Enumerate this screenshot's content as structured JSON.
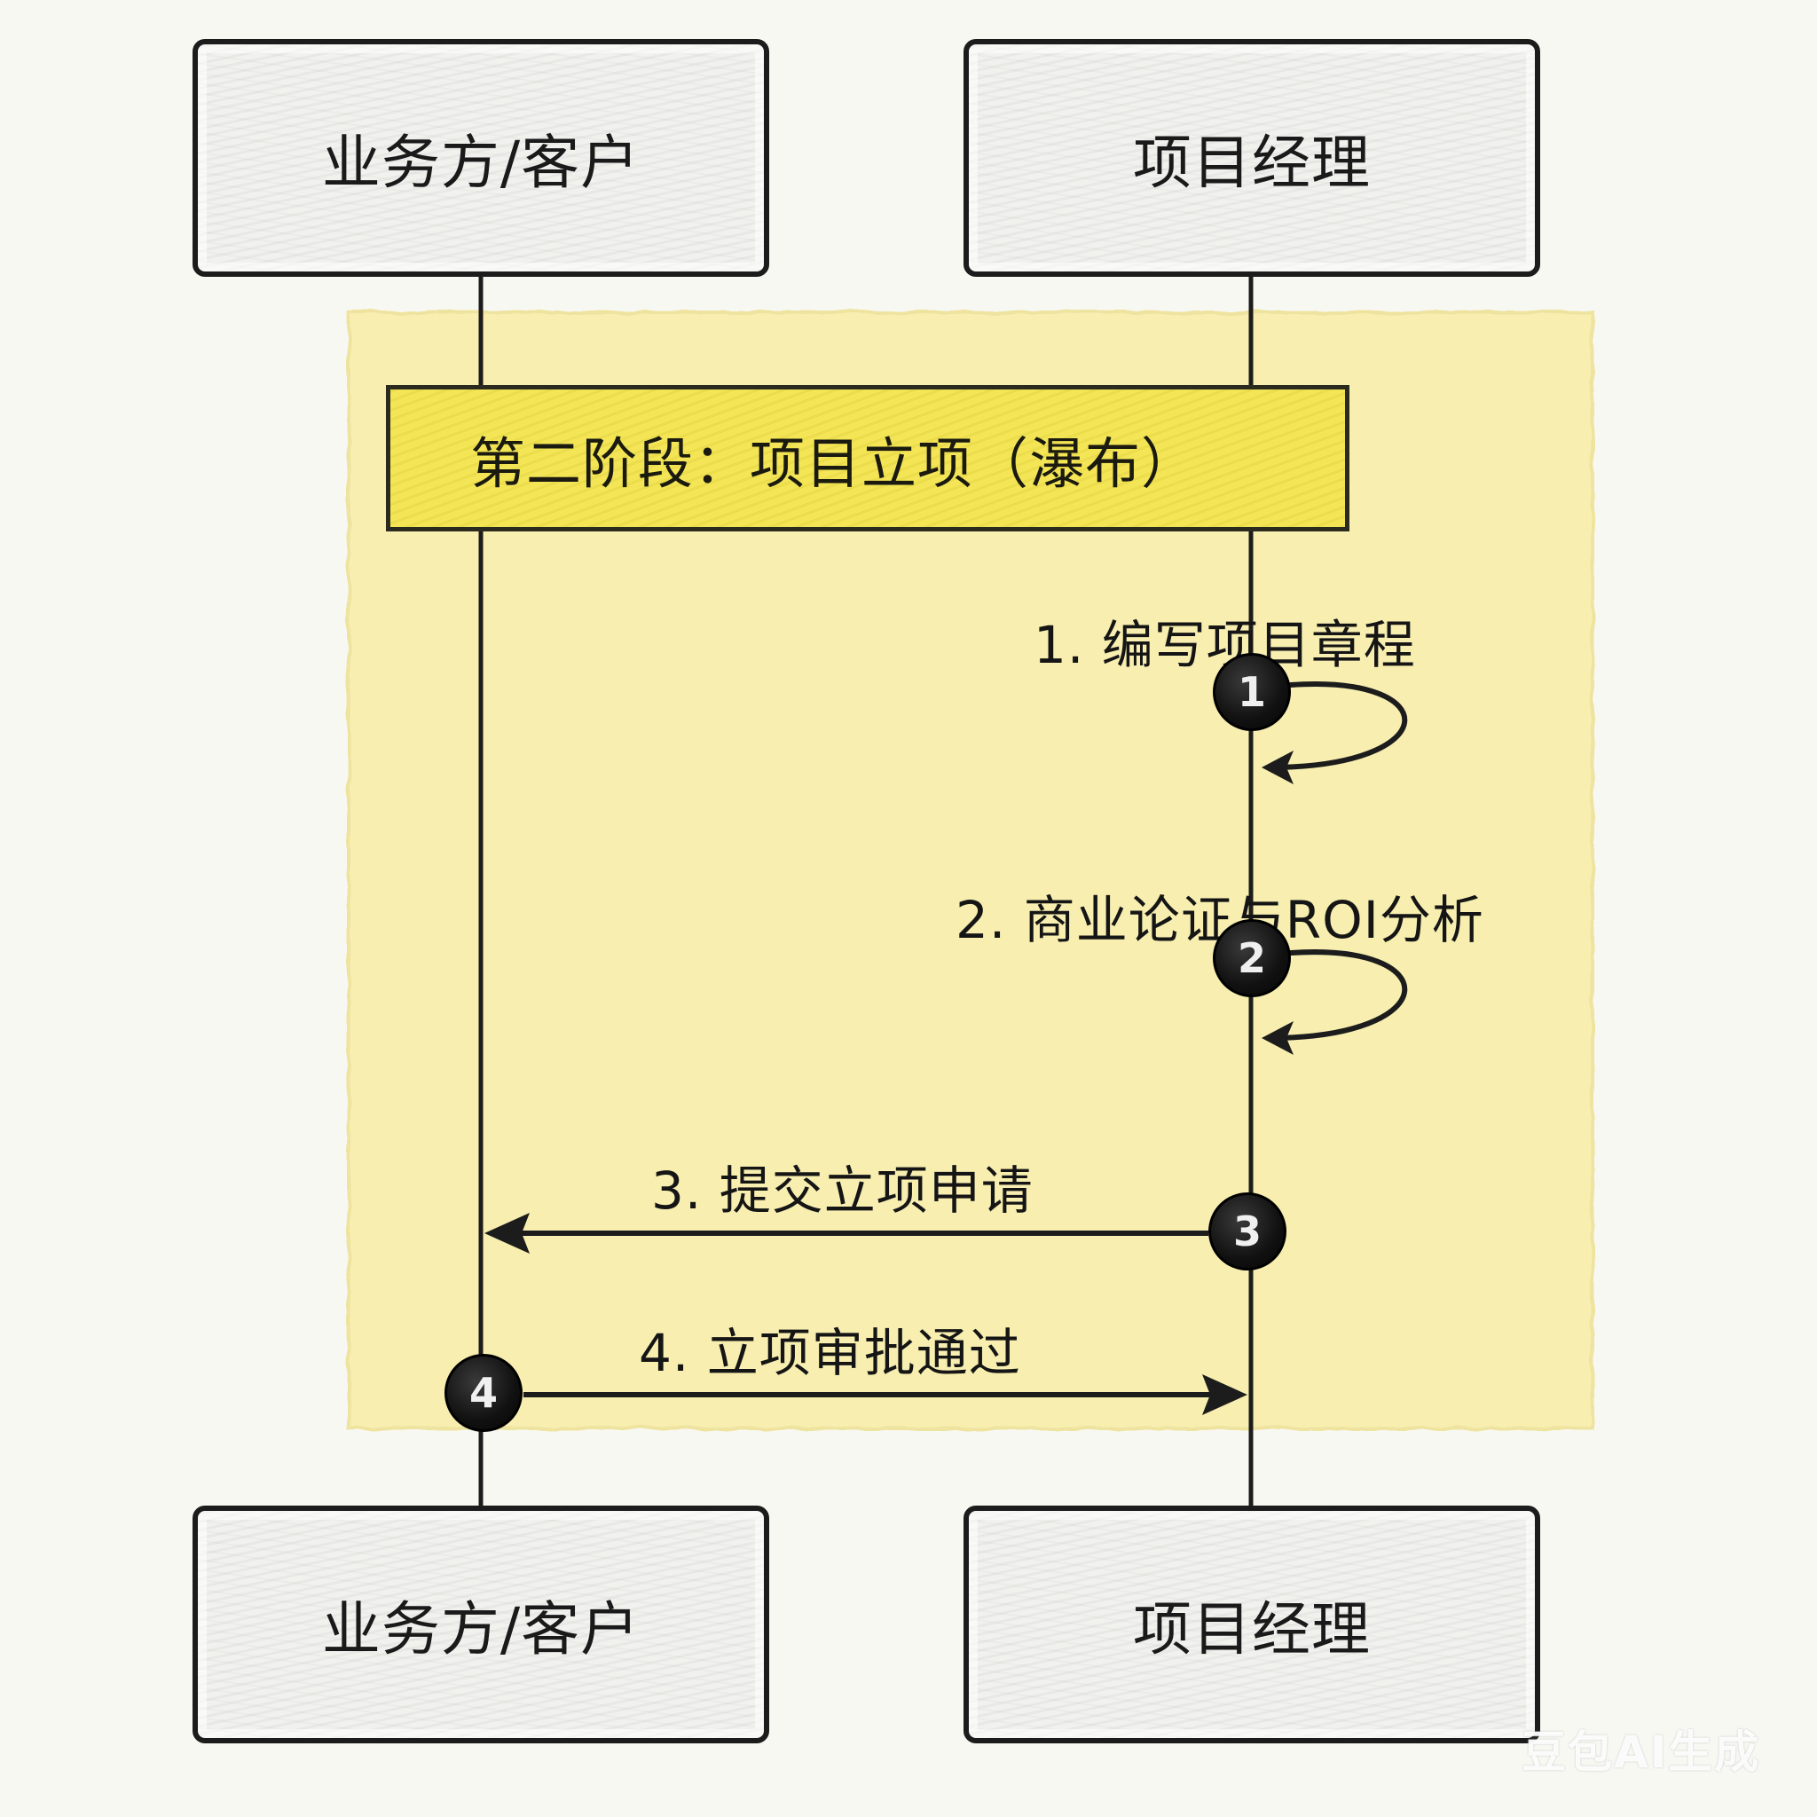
{
  "participants": {
    "left": "业务方/客户",
    "right": "项目经理"
  },
  "phase": {
    "title": "第二阶段：项目立项（瀑布）"
  },
  "steps": [
    {
      "number": "1",
      "label": "1. 编写项目章程",
      "from": "项目经理",
      "to": "项目经理"
    },
    {
      "number": "2",
      "label": "2. 商业论证与ROI分析",
      "from": "项目经理",
      "to": "项目经理"
    },
    {
      "number": "3",
      "label": "3. 提交立项申请",
      "from": "项目经理",
      "to": "业务方/客户"
    },
    {
      "number": "4",
      "label": "4. 立项审批通过",
      "from": "业务方/客户",
      "to": "项目经理"
    }
  ],
  "colors": {
    "phase_region": "#f7eeb0",
    "phase_banner": "#f3e556",
    "line": "#1c1c1c",
    "badge": "#111111"
  },
  "watermark": "豆包AI生成"
}
